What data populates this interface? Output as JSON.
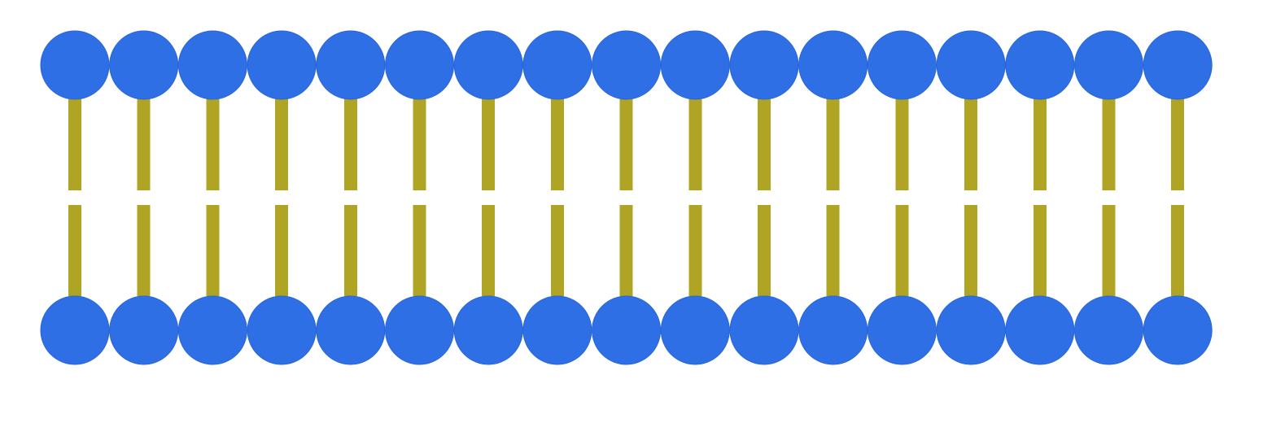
{
  "diagram": {
    "type": "phospholipid-bilayer",
    "molecule_count_per_leaflet": 17,
    "leaflets": [
      "outer",
      "inner"
    ],
    "colors": {
      "background": "#ffffff",
      "head": "#2f6fe6",
      "head_outline": "#2a66d4",
      "tail": "#b0a424"
    },
    "icons": {
      "head": "circle-icon",
      "tail": "bar-icon"
    }
  }
}
